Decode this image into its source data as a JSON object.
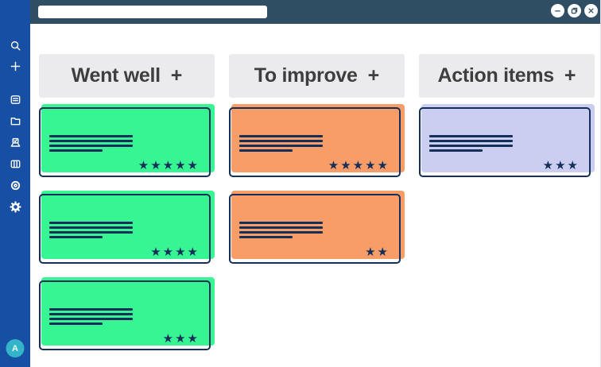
{
  "colors": {
    "sidebar_blue": "#164fa3",
    "topbar_slate": "#2f4d63",
    "navy": "#14305a",
    "card_green": "#38f593",
    "card_orange": "#f89c68",
    "card_lavender": "#cbcdf1",
    "header_gray": "#ebebee",
    "header_text": "#3e3e3e",
    "avatar_teal": "#35b4c9"
  },
  "topbar": {
    "search_value": "",
    "window_controls": [
      "minimize",
      "maximize",
      "close"
    ]
  },
  "sidebar": {
    "icons_top": [
      "search",
      "add"
    ],
    "icons_middle": [
      "card",
      "folder",
      "ballot",
      "columns",
      "target",
      "settings"
    ],
    "avatar_initial": "A"
  },
  "board": {
    "columns": [
      {
        "title": "Went well",
        "add_label": "+",
        "color": "green",
        "cards": [
          {
            "stars": 5,
            "stars_text": "★★★★★"
          },
          {
            "stars": 4,
            "stars_text": "★★★★"
          },
          {
            "stars": 3,
            "stars_text": "★★★"
          }
        ]
      },
      {
        "title": "To improve",
        "add_label": "+",
        "color": "orange",
        "cards": [
          {
            "stars": 5,
            "stars_text": "★★★★★"
          },
          {
            "stars": 2,
            "stars_text": "★★"
          }
        ]
      },
      {
        "title": "Action items",
        "add_label": "+",
        "color": "lavender",
        "cards": [
          {
            "stars": 3,
            "stars_text": "★★★"
          }
        ]
      }
    ]
  }
}
